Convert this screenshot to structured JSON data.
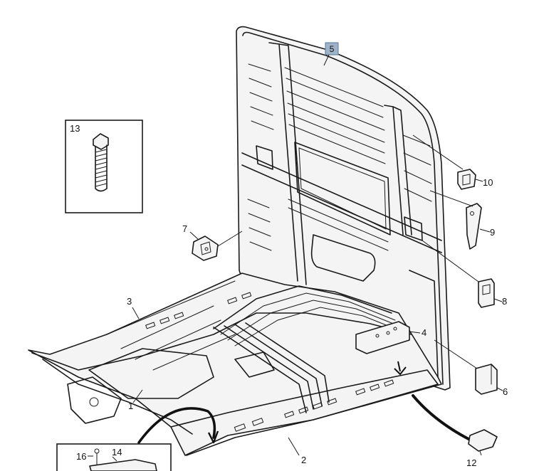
{
  "diagram": {
    "callout_highlight": "5",
    "labels": [
      {
        "id": "l1",
        "text": "1"
      },
      {
        "id": "l2",
        "text": "2"
      },
      {
        "id": "l3",
        "text": "3"
      },
      {
        "id": "l4",
        "text": "4"
      },
      {
        "id": "l6",
        "text": "6"
      },
      {
        "id": "l7",
        "text": "7"
      },
      {
        "id": "l8",
        "text": "8"
      },
      {
        "id": "l9",
        "text": "9"
      },
      {
        "id": "l10",
        "text": "10"
      },
      {
        "id": "l12",
        "text": "12"
      },
      {
        "id": "l13",
        "text": "13"
      },
      {
        "id": "l14",
        "text": "14"
      },
      {
        "id": "l16",
        "text": "16"
      }
    ],
    "colors": {
      "line": "#1a1a1a",
      "highlight_fill": "#9fb3c8",
      "highlight_stroke": "#5a7896",
      "background": "#ffffff"
    }
  }
}
